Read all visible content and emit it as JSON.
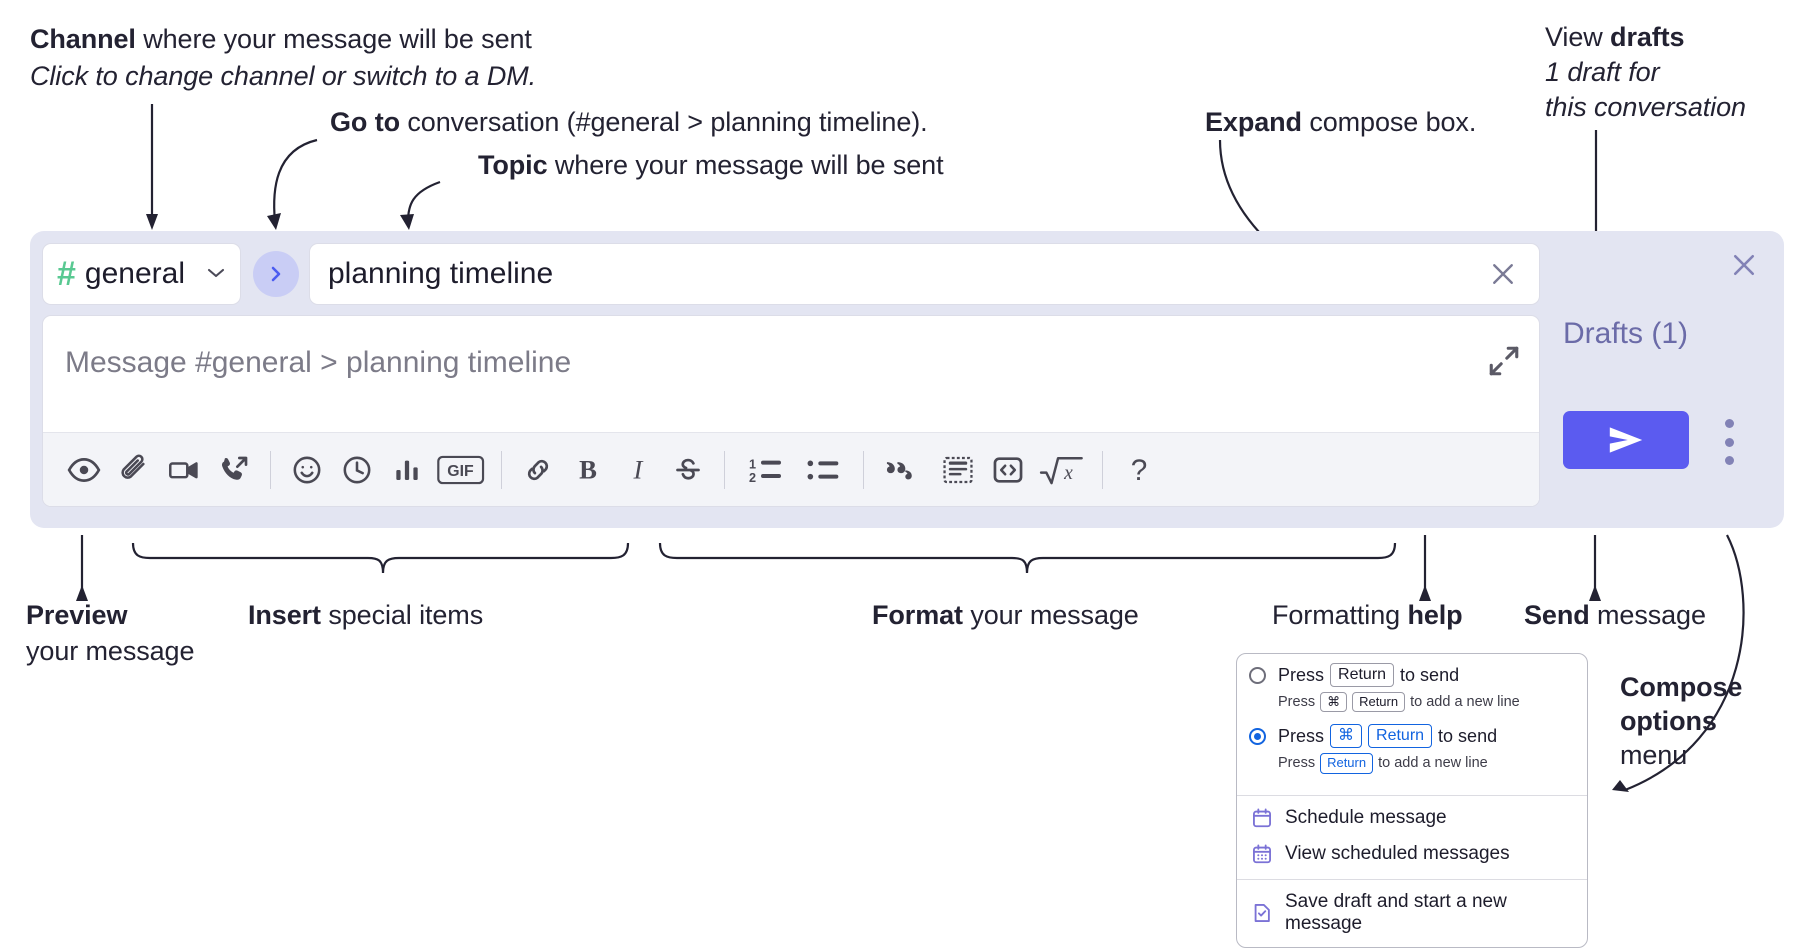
{
  "annotations": {
    "channel": {
      "bold": "Channel",
      "rest": " where your message will be sent",
      "italic": "Click to change channel or switch to a DM."
    },
    "goto": {
      "bold": "Go to",
      "rest": " conversation (#general > planning timeline)."
    },
    "topic": {
      "bold": "Topic",
      "rest": " where your message will be sent"
    },
    "expand": {
      "bold": "Expand",
      "rest": " compose box."
    },
    "drafts": {
      "line1_pre": "View ",
      "line1_bold": "drafts",
      "line2": "1 draft for",
      "line3": "this conversation"
    },
    "preview": {
      "bold": "Preview",
      "rest": "your message"
    },
    "insert": {
      "bold": "Insert",
      "rest": " special items"
    },
    "format": {
      "bold": "Format",
      "rest": " your message"
    },
    "help": {
      "pre": "Formatting ",
      "bold": "help"
    },
    "send": {
      "bold": "Send",
      "rest": " message"
    },
    "compose_options": {
      "bold1": "Compose",
      "bold2": "options",
      "rest": "menu"
    }
  },
  "compose": {
    "channel_name": "general",
    "hash_symbol": "#",
    "topic_value": "planning timeline",
    "message_placeholder": "Message #general > planning timeline",
    "drafts_label": "Drafts (1)",
    "toolbar_left": [
      {
        "name": "preview-icon",
        "label": "Preview"
      },
      {
        "name": "attachment-icon",
        "label": "Attach file"
      },
      {
        "name": "video-icon",
        "label": "Record video clip"
      },
      {
        "name": "audio-huddle-icon",
        "label": "Record audio clip"
      }
    ],
    "toolbar_insert": [
      {
        "name": "emoji-icon",
        "label": "Emoji"
      },
      {
        "name": "clock-icon",
        "label": "Schedule"
      },
      {
        "name": "poll-icon",
        "label": "Poll"
      },
      {
        "name": "gif-icon",
        "label": "GIF"
      }
    ],
    "toolbar_format": [
      {
        "name": "link-icon",
        "label": "Link"
      },
      {
        "name": "bold-icon",
        "label": "B"
      },
      {
        "name": "italic-icon",
        "label": "I"
      },
      {
        "name": "strikethrough-icon",
        "label": "S"
      },
      {
        "name": "ordered-list-icon",
        "label": "Ordered list"
      },
      {
        "name": "bulleted-list-icon",
        "label": "Bulleted list"
      },
      {
        "name": "blockquote-icon",
        "label": "Blockquote"
      },
      {
        "name": "code-block-icon",
        "label": "Code block"
      },
      {
        "name": "code-icon",
        "label": "Code"
      },
      {
        "name": "math-icon",
        "label": "Math"
      }
    ],
    "help_label": "?"
  },
  "menu": {
    "option1": {
      "press": "Press",
      "key": "Return",
      "tail": "to send",
      "sub_press": "Press",
      "sub_key1": "⌘",
      "sub_key2": "Return",
      "sub_tail": "to add a new line",
      "selected": false
    },
    "option2": {
      "press": "Press",
      "key1": "⌘",
      "key2": "Return",
      "tail": "to send",
      "sub_press": "Press",
      "sub_key": "Return",
      "sub_tail": "to add a new line",
      "selected": true
    },
    "items": [
      {
        "icon": "calendar-icon",
        "label": "Schedule message"
      },
      {
        "icon": "calendar-grid-icon",
        "label": "View scheduled messages"
      },
      {
        "icon": "save-draft-icon",
        "label": "Save draft and start a new message"
      }
    ]
  },
  "colors": {
    "panel_bg": "#e3e5f2",
    "send_button": "#5b5bf0",
    "hash_green": "#59c992",
    "drafts_text": "#6b6ba8",
    "goto_circle": "#c9cdf5",
    "menu_accent": "#1264e0",
    "menu_icon": "#7b72d6"
  }
}
